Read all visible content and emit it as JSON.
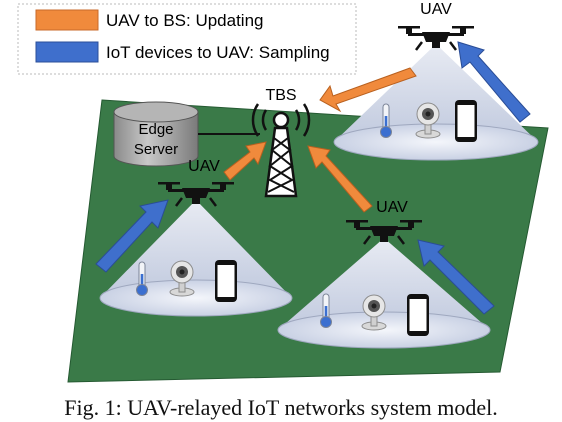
{
  "legend": {
    "items": [
      {
        "label": "UAV to BS: Updating",
        "color": "#f08a3c"
      },
      {
        "label": "IoT devices to UAV: Sampling",
        "color": "#3f6fcc"
      }
    ]
  },
  "labels": {
    "tbs": "TBS",
    "edge_server": "Edge\nServer",
    "uav_left": "UAV",
    "uav_center": "UAV",
    "uav_top_right": "UAV"
  },
  "caption": "Fig. 1: UAV-relayed IoT networks system model.",
  "colors": {
    "ground": "#3a7a48",
    "cone": "#c7cfe2",
    "updating": "#f08a3c",
    "sampling": "#3f6fcc"
  },
  "icons": [
    "drone-icon",
    "thermometer-icon",
    "camera-icon",
    "smartphone-icon",
    "tower-icon",
    "server-icon"
  ]
}
